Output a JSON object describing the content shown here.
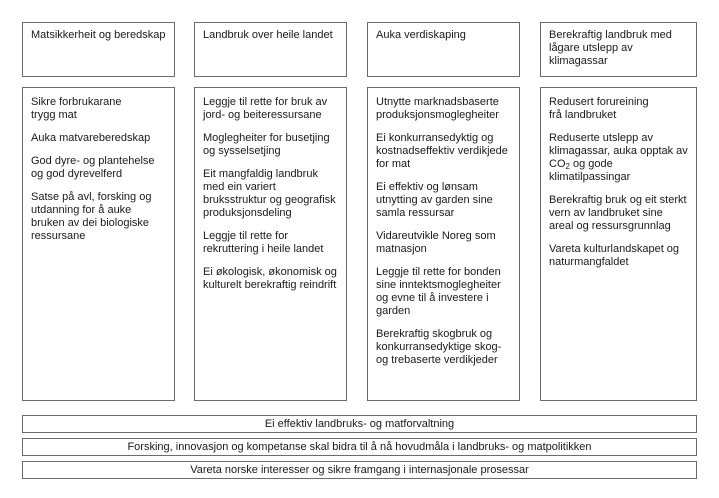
{
  "goals": [
    {
      "title": "Matsikkerheit og beredskap"
    },
    {
      "title": "Landbruk over heile landet"
    },
    {
      "title": "Auka verdiskaping"
    },
    {
      "title": "Berekraftig landbruk med lågare utslepp av klimagassar"
    }
  ],
  "columns": [
    {
      "items": [
        "Sikre forbrukarane trygg mat",
        "Auka matvareberedskap",
        "God dyre- og plantehelse og god dyrevelferd",
        "Satse på avl, forsking og utdanning for å auke bruken av dei biologiske ressursane"
      ]
    },
    {
      "items": [
        "Leggje til rette for bruk av jord- og beiteressursane",
        "Moglegheiter for busetjing og sysselsetjing",
        "Eit mangfaldig landbruk med ein variert bruksstruktur og geografisk produksjonsdeling",
        "Leggje til rette for rekruttering i heile landet",
        "Ei økologisk, økonomisk og kulturelt berekraftig reindrift"
      ]
    },
    {
      "items": [
        "Utnytte marknadsbaserte produksjonsmoglegheiter",
        "Ei konkurransedyktig og kostnadseffektiv verdikjede for mat",
        "Ei effektiv og lønsam utnytting av garden sine samla ressursar",
        "Vidareutvikle Noreg som matnasjon",
        "Leggje til rette for bonden sine inntektsmoglegheiter og evne til å investere i garden",
        "Berekraftig skogbruk og konkurransedyktige skog- og trebaserte verdikjeder"
      ]
    },
    {
      "items": [
        "Redusert forureining frå landbruket",
        "Reduserte utslepp av klimagassar, auka opptak av CO2 og gode klimatilpassingar",
        "Berekraftig bruk og eit sterkt vern av landbruket sine areal og ressursgrunnlag",
        "Vareta kulturlandskapet og naturmangfaldet"
      ]
    }
  ],
  "bars": [
    "Ei effektiv landbruks- og matforvaltning",
    "Forsking, innovasjon og kompetanse skal bidra til å nå hovudmåla i landbruks- og matpolitikken",
    "Vareta norske interesser og sikre framgang i internasjonale prosessar"
  ]
}
